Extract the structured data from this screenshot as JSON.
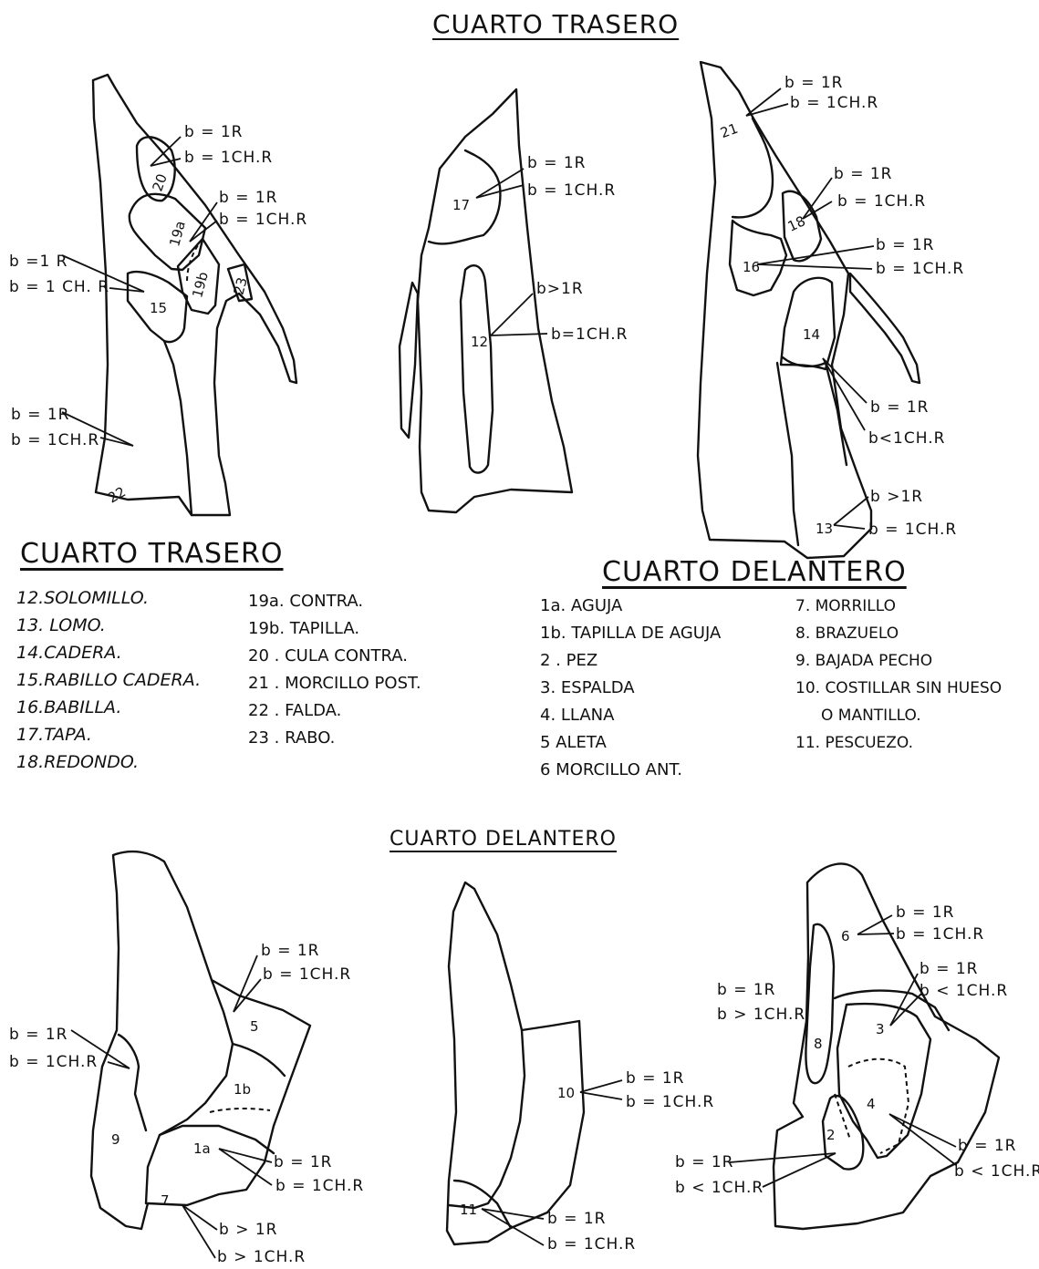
{
  "titles": {
    "top": "CUARTO TRASERO",
    "bottom": "CUARTO DELANTERO"
  },
  "legend": {
    "trasero": {
      "heading": "CUARTO TRASERO",
      "col1": [
        "12.SOLOMILLO.",
        "13. LOMO.",
        "14.CADERA.",
        "15.RABILLO CADERA.",
        "16.BABILLA.",
        "17.TAPA.",
        "18.REDONDO."
      ],
      "col2": [
        "19a. CONTRA.",
        "19b. TAPILLA.",
        "20 . CULA CONTRA.",
        "21 . MORCILLO POST.",
        "22 . FALDA.",
        "23 . RABO."
      ]
    },
    "delantero": {
      "heading": "CUARTO DELANTERO",
      "col1": [
        "1a. AGUJA",
        "1b. TAPILLA DE AGUJA",
        "2 . PEZ",
        "3. ESPALDA",
        "4. LLANA",
        "5 ALETA",
        "6 MORCILLO ANT."
      ],
      "col2": [
        "7. MORRILLO",
        "8. BRAZUELO",
        "9. BAJADA PECHO",
        "10. COSTILLAR SIN HUESO",
        "O MANTILLO.",
        "11. PESCUEZO."
      ]
    }
  },
  "diagram": {
    "cut_labels": {
      "n20": "20",
      "n19a": "19a",
      "n19b": "19b",
      "n23": "23",
      "n15": "15",
      "n22": "22",
      "n17": "17",
      "n12": "12",
      "n21": "21",
      "n18": "18",
      "n16": "16",
      "n14": "14",
      "n13": "13",
      "n5": "5",
      "n1b": "1b",
      "n9": "9",
      "n1a": "1a",
      "n7": "7",
      "n10": "10",
      "n11": "11",
      "n6": "6",
      "n8": "8",
      "n3": "3",
      "n4": "4",
      "n2": "2"
    },
    "annotations": {
      "p20": [
        "b = 1R",
        "b = 1CH.R"
      ],
      "p19": [
        "b = 1R",
        "b = 1CH.R"
      ],
      "p15": [
        "b =1 R",
        "b = 1 CH. R"
      ],
      "p22": [
        "b = 1R",
        "b = 1CH.R"
      ],
      "p17": [
        "b = 1R",
        "b = 1CH.R"
      ],
      "p12": [
        "b>1R",
        "b=1CH.R"
      ],
      "p21": [
        "b = 1R",
        "b = 1CH.R"
      ],
      "p18": [
        "b = 1R",
        "b = 1CH.R"
      ],
      "p16": [
        "b = 1R",
        "b = 1CH.R"
      ],
      "p14": [
        "b = 1R",
        "b<1CH.R"
      ],
      "p13": [
        "b >1R",
        "b = 1CH.R"
      ],
      "p5": [
        "b = 1R",
        "b = 1CH.R"
      ],
      "p9": [
        "b = 1R",
        "b = 1CH.R"
      ],
      "p1a": [
        "b = 1R",
        "b = 1CH.R"
      ],
      "p7": [
        "b > 1R",
        "b > 1CH.R"
      ],
      "p10": [
        "b = 1R",
        "b = 1CH.R"
      ],
      "p11": [
        "b = 1R",
        "b = 1CH.R"
      ],
      "p6": [
        "b = 1R",
        "b = 1CH.R"
      ],
      "p8": [
        "b = 1R",
        "b > 1CH.R"
      ],
      "p3": [
        "b = 1R",
        "b < 1CH.R"
      ],
      "p4": [
        "b = 1R",
        "b < 1CH.R"
      ],
      "p2": [
        "b = 1R",
        "b < 1CH.R"
      ]
    }
  }
}
